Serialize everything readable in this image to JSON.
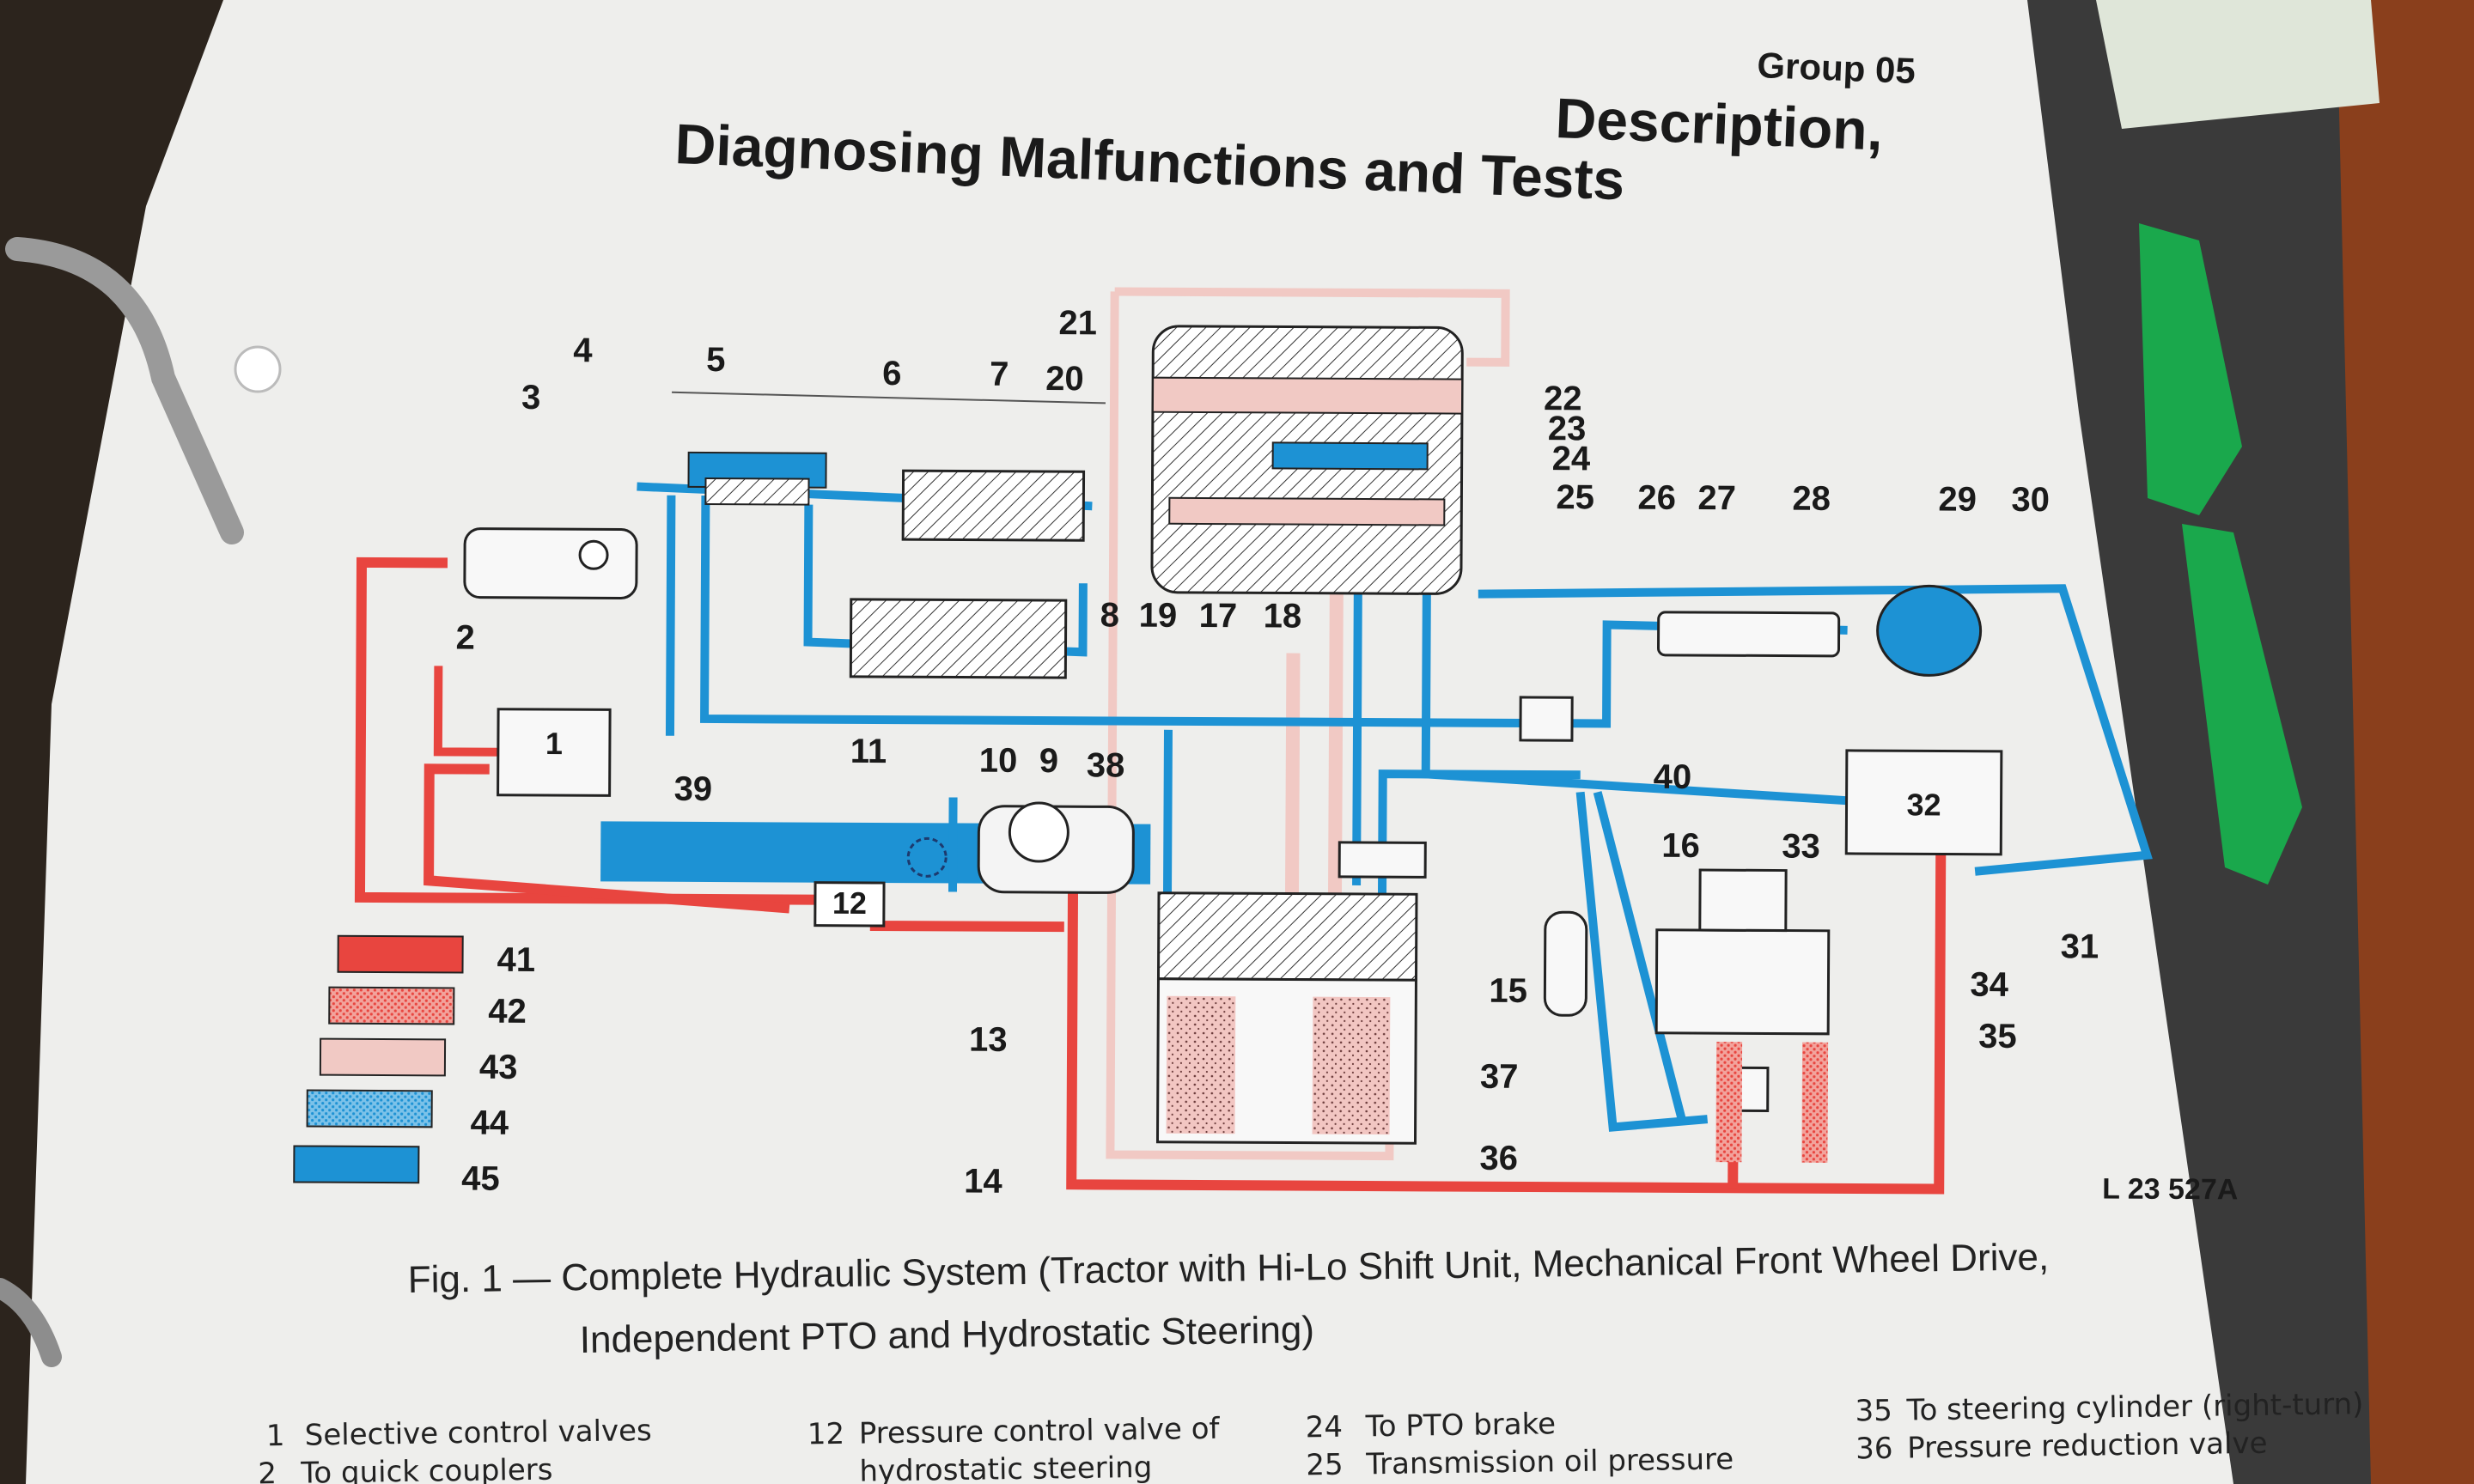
{
  "header": {
    "group": "Group 05",
    "title_line1": "Description,",
    "title_line2": "Diagnosing Malfunctions and Tests"
  },
  "figure": {
    "ref": "L 23 527A",
    "caption_line1": "Fig. 1 — Complete Hydraulic System (Tractor with Hi-Lo Shift Unit, Mechanical Front Wheel Drive,",
    "caption_line2": "Independent PTO and Hydrostatic Steering)"
  },
  "callouts": [
    "1",
    "2",
    "3",
    "4",
    "5",
    "6",
    "7",
    "8",
    "9",
    "10",
    "11",
    "12",
    "13",
    "14",
    "15",
    "16",
    "17",
    "18",
    "19",
    "20",
    "21",
    "22",
    "23",
    "24",
    "25",
    "26",
    "27",
    "28",
    "29",
    "30",
    "31",
    "32",
    "33",
    "34",
    "35",
    "36",
    "37",
    "38",
    "39",
    "40"
  ],
  "color_key": [
    {
      "label": "41",
      "color": "#e8453f",
      "pattern": "solid"
    },
    {
      "label": "42",
      "color": "#e8453f",
      "pattern": "dotted"
    },
    {
      "label": "43",
      "color": "#f1c9c4",
      "pattern": "solid"
    },
    {
      "label": "44",
      "color": "#2196d3",
      "pattern": "dotted"
    },
    {
      "label": "45",
      "color": "#1d92d4",
      "pattern": "solid"
    }
  ],
  "legend_items": [
    {
      "num": "1",
      "text": "Selective control valves"
    },
    {
      "num": "2",
      "text": "To quick couplers"
    },
    {
      "num": "12",
      "text": "Pressure control valve of"
    },
    {
      "num": "",
      "text": "hydrostatic steering"
    },
    {
      "num": "24",
      "text": "To PTO brake"
    },
    {
      "num": "25",
      "text": "Transmission oil pressure"
    },
    {
      "num": "35",
      "text": "To steering cylinder (right-turn)"
    },
    {
      "num": "36",
      "text": "Pressure reduction valve"
    }
  ],
  "colors": {
    "paper": "#eeeeec",
    "pressure_red": "#e8453f",
    "return_blue": "#1d92d4",
    "pink": "#f1c9c4",
    "binder_green": "#1aa84c",
    "desk_wood": "#8a3f1c"
  }
}
